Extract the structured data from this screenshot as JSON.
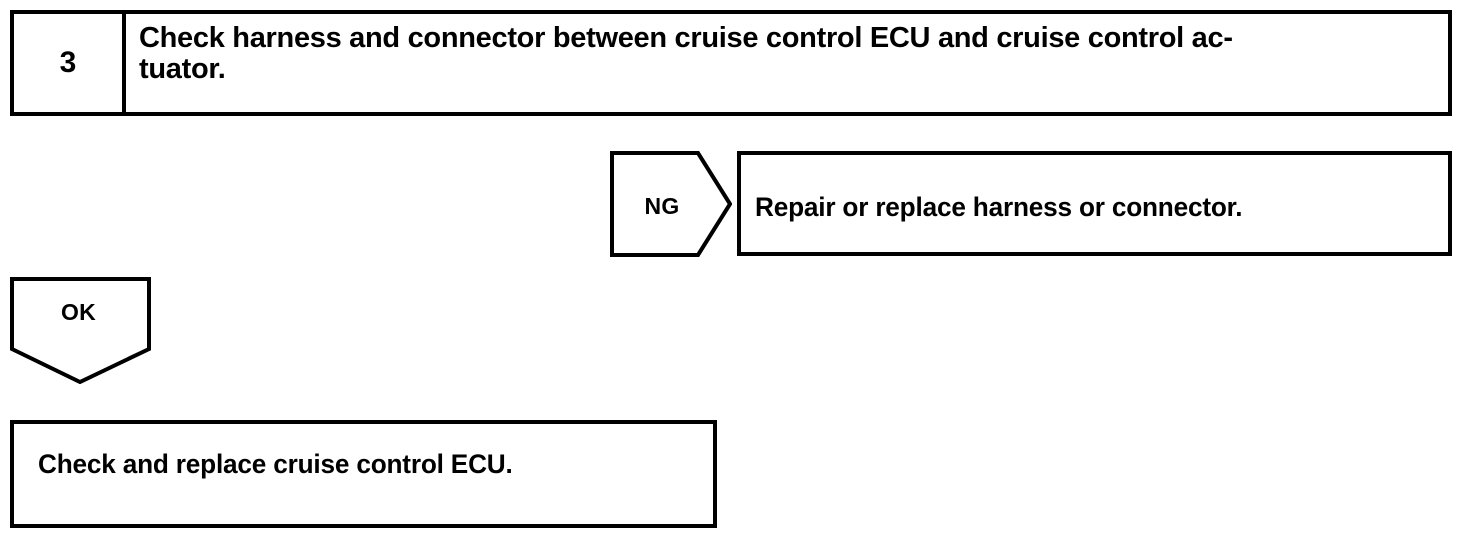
{
  "diagram": {
    "type": "troubleshooting-flowchart",
    "colors": {
      "ink": "#000000",
      "paper": "#ffffff"
    },
    "step": {
      "number": "3",
      "description": "Check harness and connector between cruise control ECU and cruise control ac-\ntuator."
    },
    "branches": {
      "ng": {
        "label": "NG",
        "shape": "pentagon-right",
        "target_text": "Repair or replace harness or connector."
      },
      "ok": {
        "label": "OK",
        "shape": "pentagon-down",
        "target_text": "Check and replace cruise control ECU."
      }
    }
  }
}
